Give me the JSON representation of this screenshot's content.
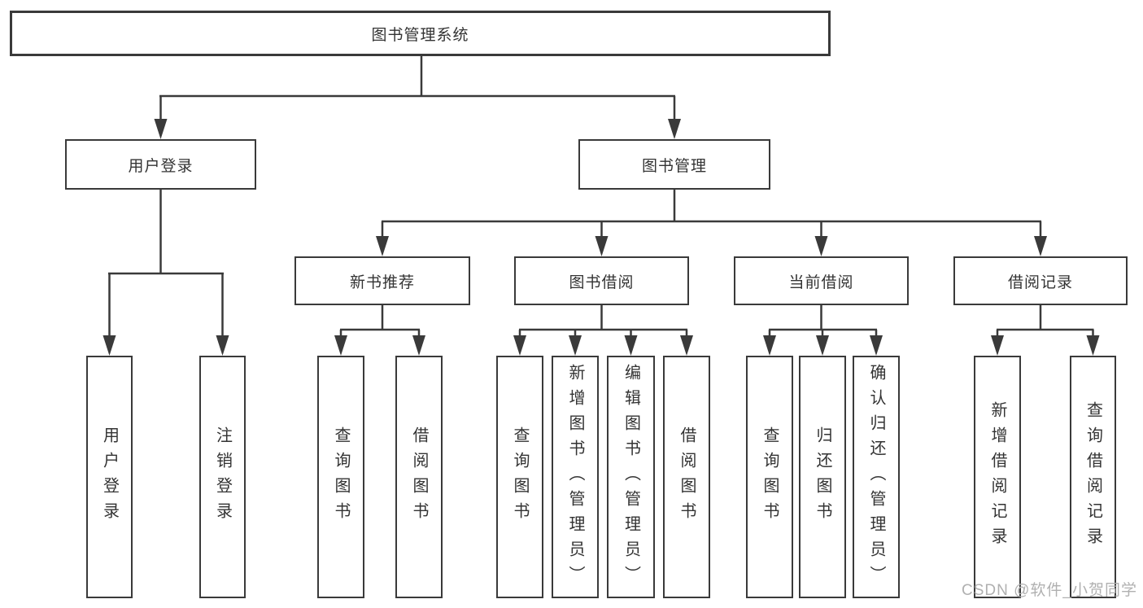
{
  "diagram": {
    "type": "hierarchy-flowchart",
    "root": {
      "label": "图书管理系统",
      "children": [
        {
          "label": "用户登录",
          "children": [
            {
              "label": "用户登录"
            },
            {
              "label": "注销登录"
            }
          ]
        },
        {
          "label": "图书管理",
          "children": [
            {
              "label": "新书推荐",
              "children": [
                {
                  "label": "查询图书"
                },
                {
                  "label": "借阅图书"
                }
              ]
            },
            {
              "label": "图书借阅",
              "children": [
                {
                  "label": "查询图书"
                },
                {
                  "label": "新增图书（管理员）"
                },
                {
                  "label": "编辑图书（管理员）"
                },
                {
                  "label": "借阅图书"
                }
              ]
            },
            {
              "label": "当前借阅",
              "children": [
                {
                  "label": "查询图书"
                },
                {
                  "label": "归还图书"
                },
                {
                  "label": "确认归还（管理员）"
                }
              ]
            },
            {
              "label": "借阅记录",
              "children": [
                {
                  "label": "新增借阅记录"
                },
                {
                  "label": "查询借阅记录"
                }
              ]
            }
          ]
        }
      ]
    },
    "colors": {
      "line": "#3a3a3a",
      "box_border": "#3a3a3a",
      "text": "#333333",
      "background": "#ffffff"
    }
  },
  "watermark": {
    "text": "CSDN @软件_小贺同学",
    "color": "#b0b0b0"
  }
}
